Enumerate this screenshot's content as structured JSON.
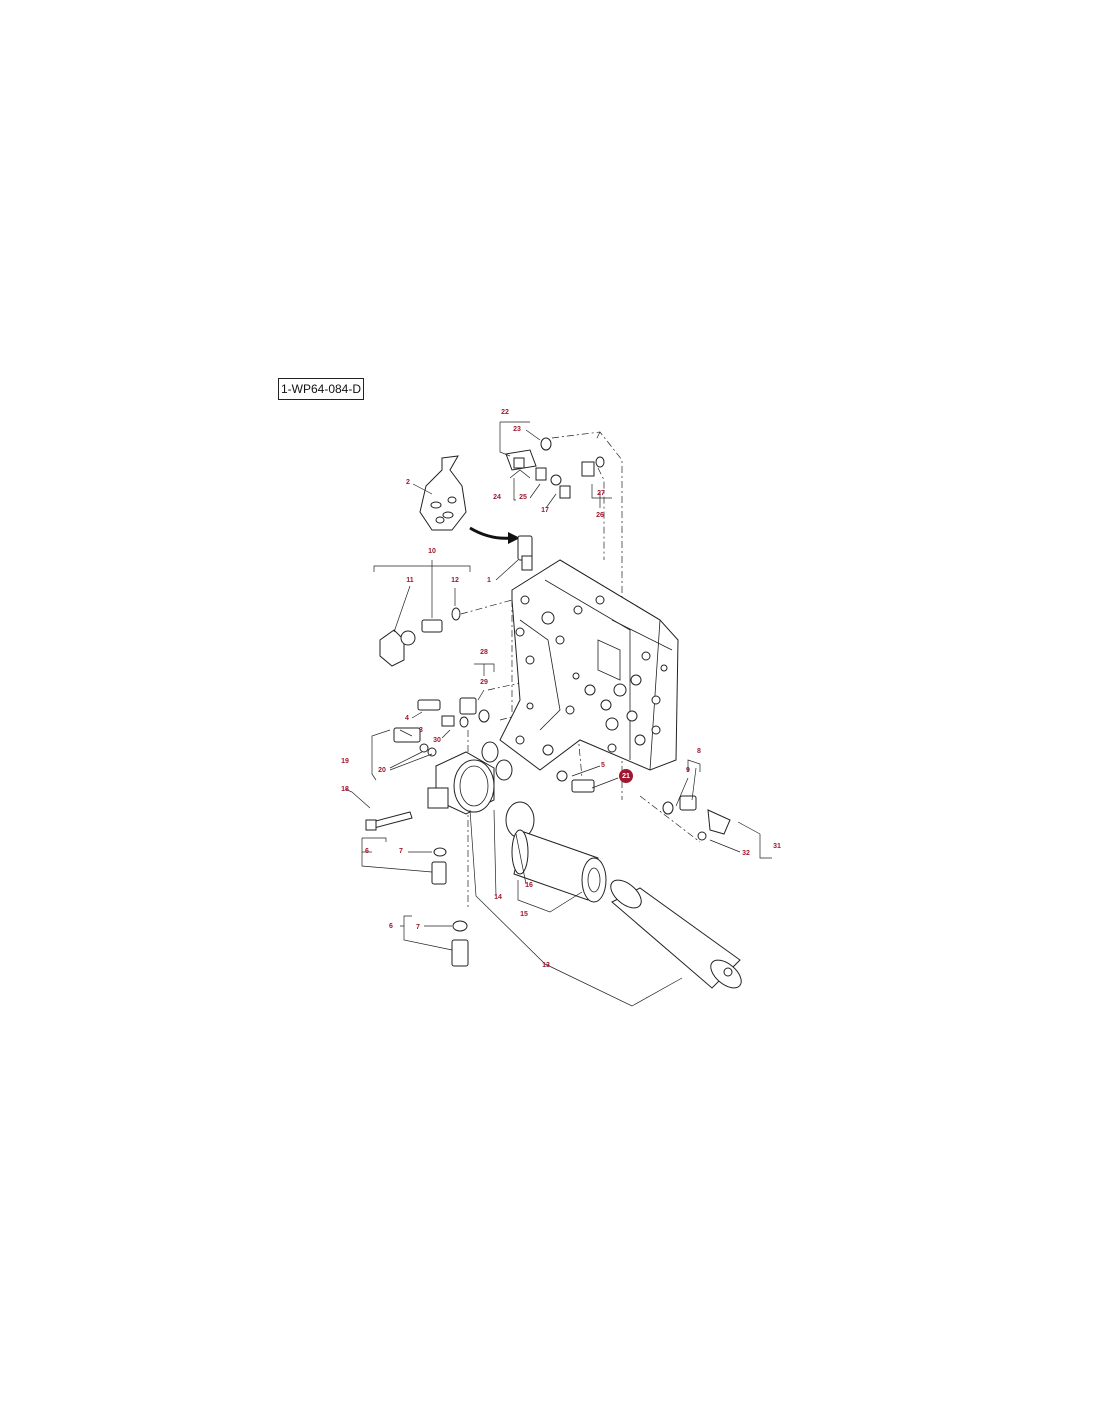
{
  "drawing_ref": "1-WP64-084-D",
  "colors": {
    "label": "#a01830",
    "line": "#222222",
    "highlight_fill": "#a01830",
    "highlight_text": "#ffffff"
  },
  "callouts": {
    "c1": "1",
    "c2": "2",
    "c3": "3",
    "c4": "4",
    "c5": "5",
    "c6a": "6",
    "c6b": "6",
    "c7a": "7",
    "c7b": "7",
    "c8": "8",
    "c9": "9",
    "c10": "10",
    "c11": "11",
    "c12": "12",
    "c13": "13",
    "c14": "14",
    "c15": "15",
    "c16": "16",
    "c17": "17",
    "c18": "18",
    "c19": "19",
    "c20": "20",
    "c21": "21",
    "c22": "22",
    "c23": "23",
    "c24": "24",
    "c25": "25",
    "c26": "26",
    "c27": "27",
    "c28": "28",
    "c29": "29",
    "c30": "30",
    "c31": "31",
    "c32": "32"
  }
}
